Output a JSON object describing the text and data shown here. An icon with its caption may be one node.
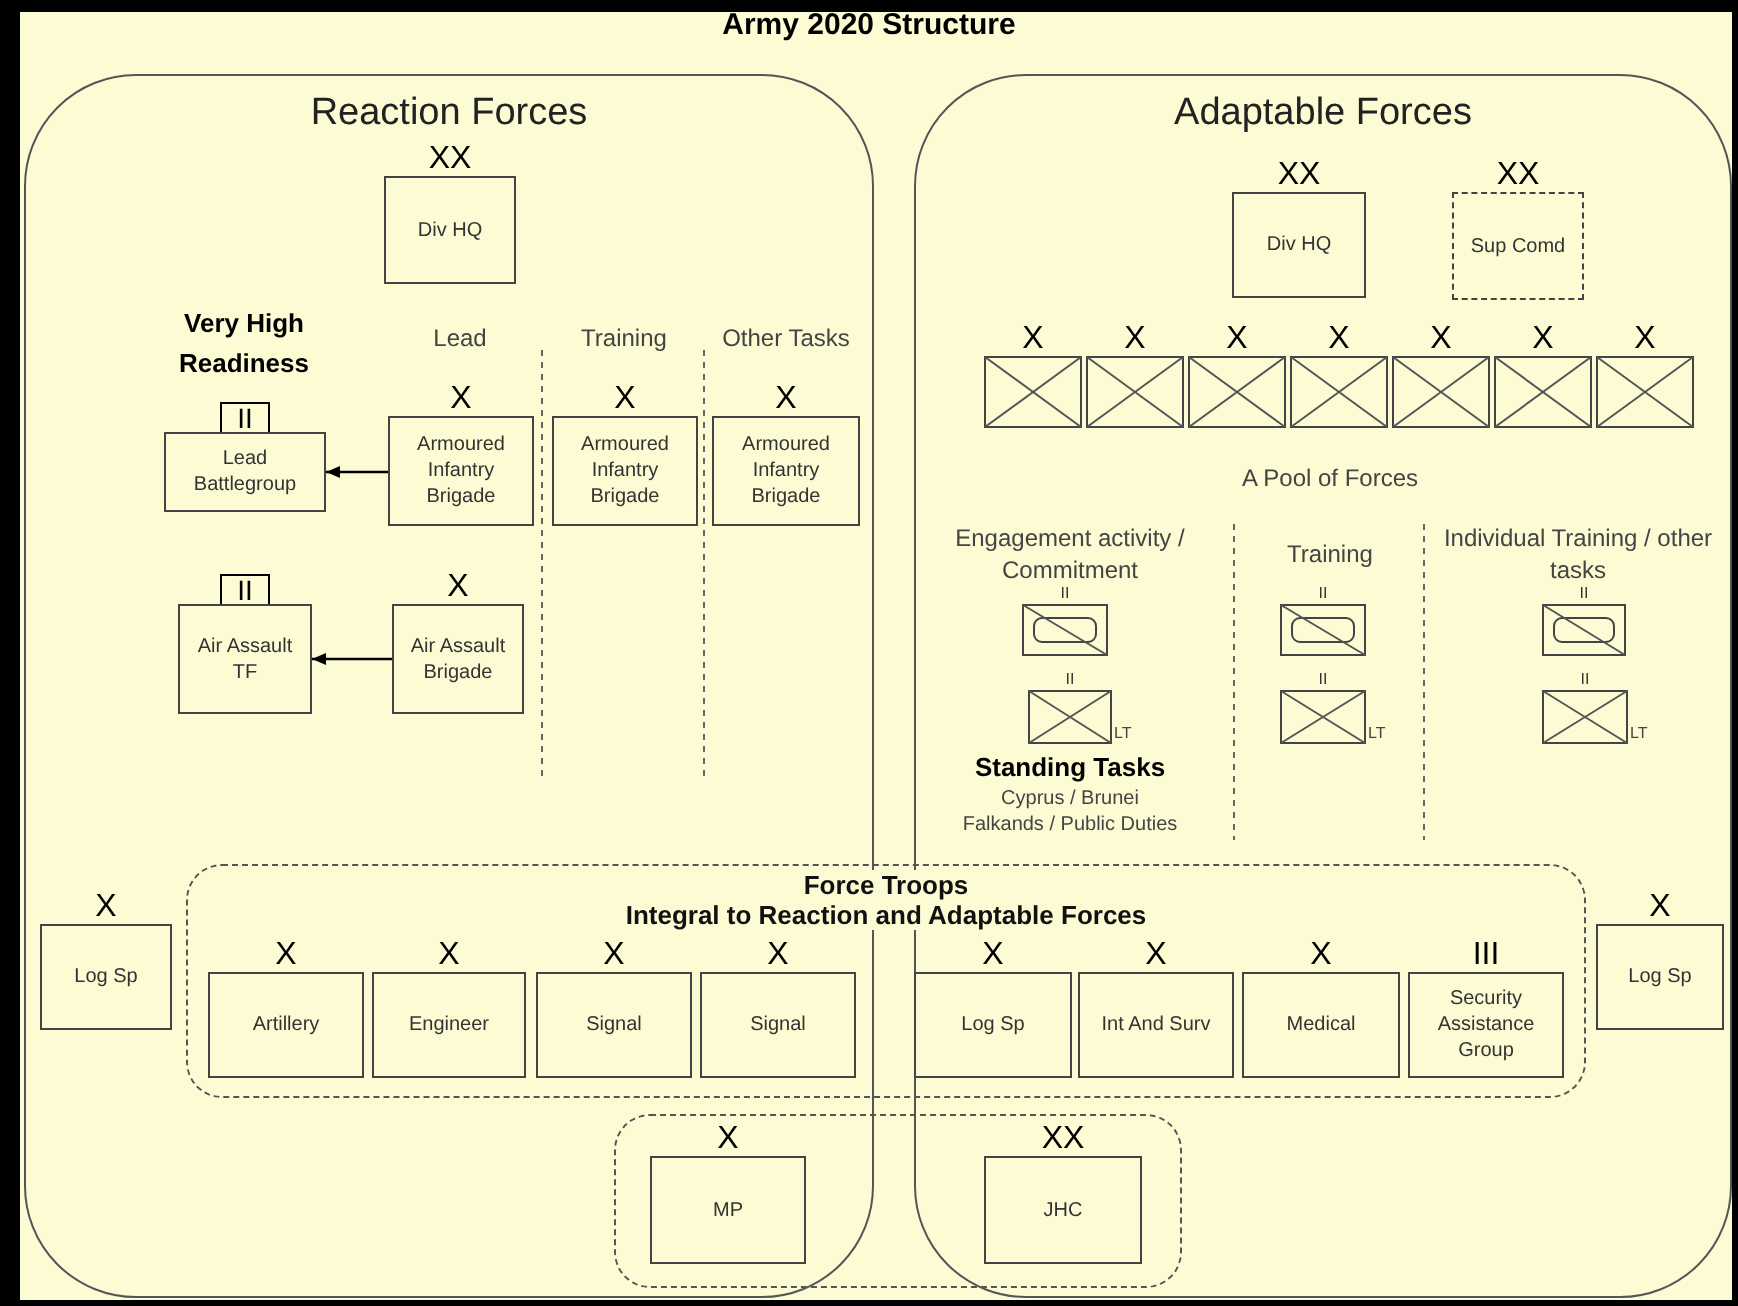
{
  "diagram": {
    "title": "Army 2020 Structure",
    "nodes": [
      {
        "text": [
          "Reaction Forces"
        ]
      },
      {
        "text": [
          "Div HQ"
        ],
        "in": 0,
        "beside": [
          "XX"
        ]
      },
      {
        "text": [
          "Lead Battlegroup"
        ],
        "in": 0,
        "beside": [
          "II"
        ]
      },
      {
        "text": [
          "Armoured Infantry Brigade"
        ],
        "in": 0,
        "beside": [
          "X"
        ]
      },
      {
        "text": [
          "Armoured Infantry Brigade"
        ],
        "in": 0,
        "beside": [
          "X"
        ]
      },
      {
        "text": [
          "Armoured Infantry Brigade"
        ],
        "in": 0,
        "beside": [
          "X"
        ]
      },
      {
        "text": [
          "Air Assault TF"
        ],
        "in": 0,
        "beside": [
          "II"
        ]
      },
      {
        "text": [
          "Air Assault Brigade"
        ],
        "in": 0,
        "beside": [
          "X"
        ]
      },
      {
        "text": [
          "Adaptable Forces"
        ]
      },
      {
        "text": [
          "Div HQ"
        ],
        "in": 8,
        "beside": [
          "XX"
        ]
      },
      {
        "text": [
          "Sup Comd"
        ],
        "in": 8,
        "beside": [
          "XX"
        ]
      },
      {
        "text": [
          "X"
        ],
        "in": 8
      },
      {
        "text": [
          "X"
        ],
        "in": 8
      },
      {
        "text": [
          "X"
        ],
        "in": 8
      },
      {
        "text": [
          "X"
        ],
        "in": 8
      },
      {
        "text": [
          "X"
        ],
        "in": 8
      },
      {
        "text": [
          "X"
        ],
        "in": 8
      },
      {
        "text": [
          "X"
        ],
        "in": 8
      },
      {
        "text": [
          "II"
        ],
        "in": 8
      },
      {
        "text": [
          "II"
        ],
        "in": 8
      },
      {
        "text": [
          "II"
        ],
        "in": 8
      },
      {
        "text": [
          "II"
        ],
        "in": 8,
        "beside": [
          "LT"
        ]
      },
      {
        "text": [
          "II"
        ],
        "in": 8,
        "beside": [
          "LT"
        ]
      },
      {
        "text": [
          "II"
        ],
        "in": 8,
        "beside": [
          "LT"
        ]
      },
      {
        "text": [
          "Log Sp"
        ],
        "in": 0,
        "beside": [
          "X"
        ]
      },
      {
        "text": [
          "Force Troops",
          "Integral to Reaction and Adaptable Forces"
        ]
      },
      {
        "text": [
          "Artillery"
        ],
        "beside": [
          "X"
        ]
      },
      {
        "text": [
          "Engineer"
        ],
        "beside": [
          "X"
        ]
      },
      {
        "text": [
          "Signal"
        ],
        "beside": [
          "X"
        ]
      },
      {
        "text": [
          "Signal"
        ],
        "beside": [
          "X"
        ]
      },
      {
        "text": [
          "Log Sp"
        ],
        "beside": [
          "X"
        ]
      },
      {
        "text": [
          "Int And Surv"
        ],
        "beside": [
          "X"
        ]
      },
      {
        "text": [
          "Medical"
        ],
        "beside": [
          "X"
        ]
      },
      {
        "text": [
          "Security Assistance Group"
        ],
        "beside": [
          "III"
        ]
      },
      {
        "text": [
          "Log Sp"
        ],
        "in": 8,
        "beside": [
          "X"
        ]
      },
      {
        "text": [],
        "shape": "box"
      },
      {
        "text": [
          "MP"
        ],
        "beside": [
          "X"
        ]
      },
      {
        "text": [
          "JHC"
        ],
        "beside": [
          "XX"
        ]
      }
    ],
    "edges": [
      {
        "from": 3,
        "to": 2,
        "arrow": "to"
      },
      {
        "from": 7,
        "to": 6,
        "arrow": "to"
      }
    ],
    "labels": [
      "Very High Readiness",
      "Lead",
      "Training",
      "Other Tasks",
      "A Pool of Forces",
      "Engagement activity / Commitment",
      "Training",
      "Individual Training / other tasks",
      "Standing Tasks",
      "Cyprus / Brunei",
      "Falkands / Public Duties"
    ]
  }
}
